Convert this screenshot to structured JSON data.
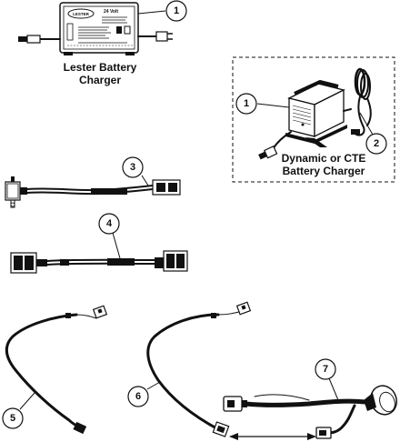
{
  "title": "",
  "components": {
    "lester_charger": {
      "caption_line1": "Lester Battery",
      "caption_line2": "Charger",
      "callout": "1",
      "brand_text": "LESTER",
      "spec_text": "24 Volt"
    },
    "dynamic_charger": {
      "caption_line1": "Dynamic or CTE",
      "caption_line2": "Battery Charger",
      "callout": "1",
      "cord_callout": "2"
    },
    "harness_3": {
      "callout": "3"
    },
    "harness_4": {
      "callout": "4"
    },
    "harness_5": {
      "callout": "5"
    },
    "harness_6": {
      "callout": "6"
    },
    "harness_7": {
      "callout": "7"
    }
  },
  "icons": {
    "double_arrow": "double-headed-arrow"
  }
}
